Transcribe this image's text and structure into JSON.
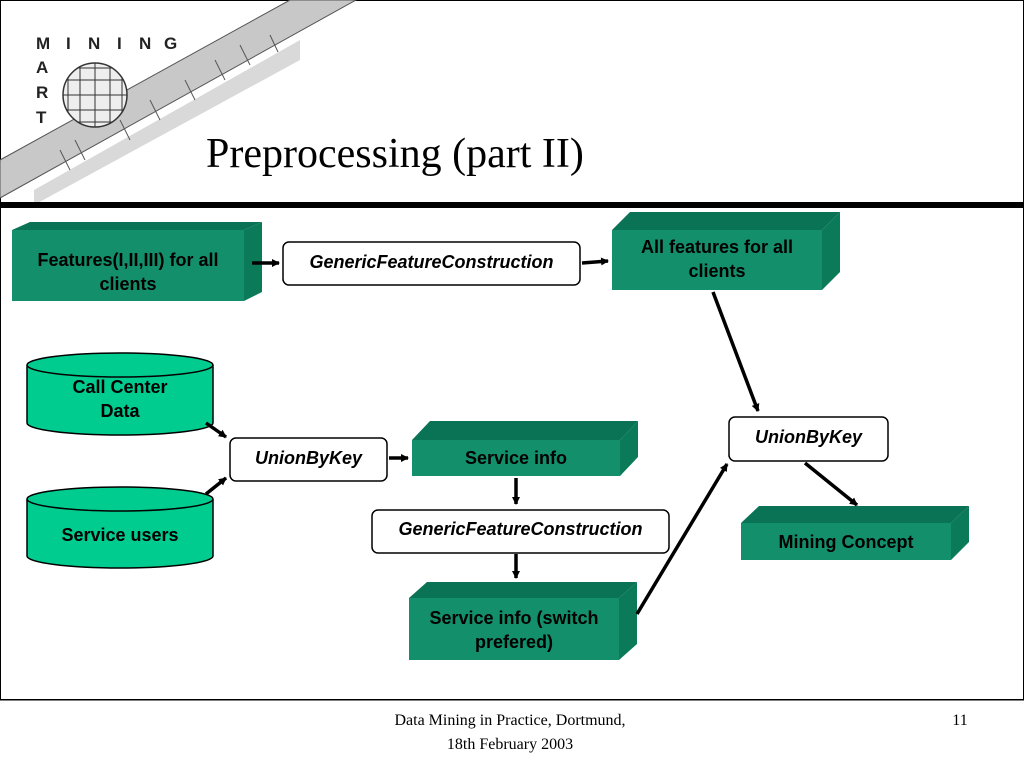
{
  "slide": {
    "title": "Preprocessing (part II)",
    "logo": {
      "letters_row": [
        "M",
        "I",
        "N",
        "I",
        "N",
        "G"
      ],
      "letters_col": [
        "A",
        "R",
        "T"
      ]
    },
    "footer": {
      "line1": "Data Mining in Practice, Dortmund,",
      "line2": "18th February 2003",
      "page_number": "11"
    }
  },
  "diagram": {
    "nodes": {
      "features_all_clients": {
        "line1": "Features(I,II,III) for all",
        "line2": "clients"
      },
      "gfc_top": "GenericFeatureConstruction",
      "all_features": {
        "line1": "All features for all",
        "line2": "clients"
      },
      "call_center_data": {
        "line1": "Call Center",
        "line2": "Data"
      },
      "service_users": "Service users",
      "union_left": "UnionByKey",
      "service_info": "Service info",
      "gfc_mid": "GenericFeatureConstruction",
      "service_info_switch": {
        "line1": "Service info (switch",
        "line2": "prefered)"
      },
      "union_right": "UnionByKey",
      "mining_concept": "Mining Concept"
    },
    "colors": {
      "concept_front": "#13906b",
      "concept_top": "#0a7355",
      "concept_side": "#0b7a58",
      "db_fill": "#00cc8f",
      "operator_fill": "#ffffff",
      "arrow": "#000000"
    }
  }
}
